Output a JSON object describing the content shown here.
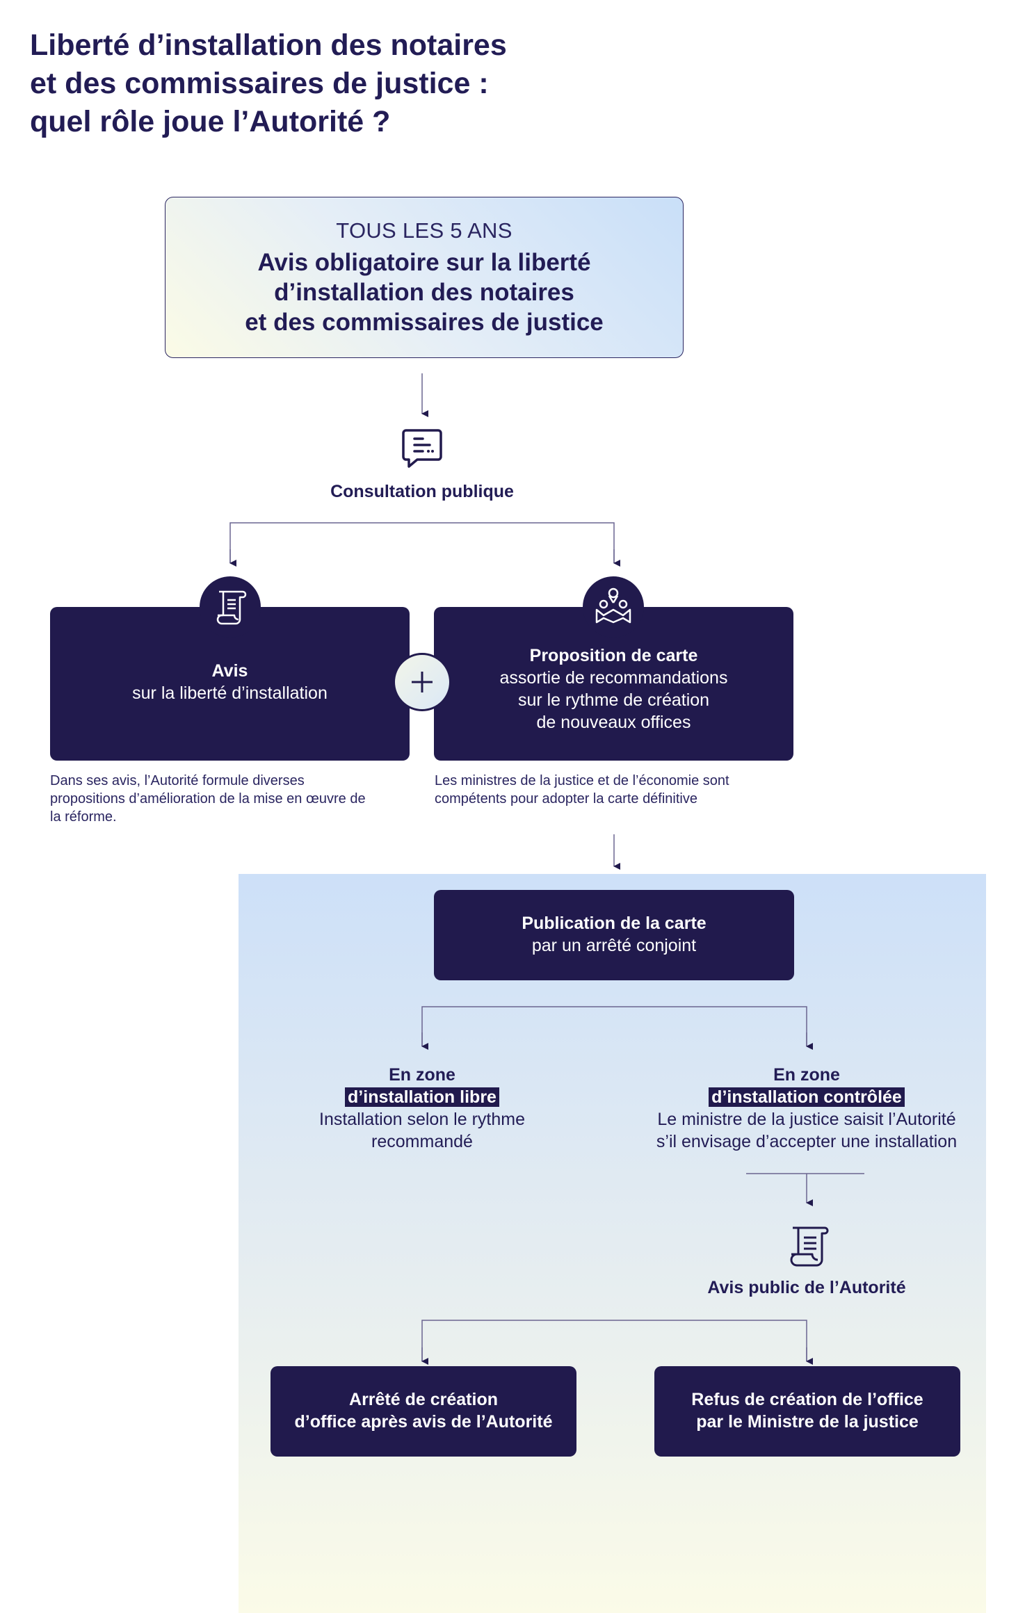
{
  "title": {
    "line1": "Liberté d’installation des notaires",
    "line2": "et des commissaires de justice :",
    "line3": "quel rôle joue l’Autorité ?"
  },
  "top_box": {
    "kicker": "TOUS LES 5 ANS",
    "line1": "Avis obligatoire sur la liberté",
    "line2": "d’installation des notaires",
    "line3": "et des commissaires de justice"
  },
  "consultation": {
    "label": "Consultation publique",
    "icon": "chat-document-icon"
  },
  "avis_card": {
    "title": "Avis",
    "subtitle": "sur la liberté d’installation",
    "icon": "scroll-icon"
  },
  "carte_card": {
    "title": "Proposition de carte",
    "line1": "assortie de recommandations",
    "line2": "sur le rythme de création",
    "line3": "de nouveaux offices",
    "icon": "map-pins-icon"
  },
  "plus_icon": "plus-icon",
  "notes": {
    "avis": {
      "line1": "Dans ses avis, l’Autorité formule diverses",
      "line2": "propositions d’amélioration de la mise en œuvre de",
      "line3": "la réforme."
    },
    "carte": {
      "line1": "Les ministres de la justice et de l’économie sont",
      "line2": "compétents pour adopter la carte définitive"
    }
  },
  "publication": {
    "title": "Publication de la carte",
    "subtitle": "par un arrêté conjoint"
  },
  "zone_libre": {
    "line1": "En zone",
    "highlight": "d’installation libre",
    "line3": "Installation selon le rythme",
    "line4": "recommandé"
  },
  "zone_controlee": {
    "line1": "En zone",
    "highlight": "d’installation contrôlée",
    "line3": "Le ministre de la justice saisit l’Autorité",
    "line4": "s’il envisage d’accepter une installation"
  },
  "avis_public": {
    "label": "Avis public de l’Autorité",
    "icon": "scroll-icon"
  },
  "arrete": {
    "line1": "Arrêté de création",
    "line2": "d’office après avis de l’Autorité"
  },
  "refus": {
    "line1": "Refus de création de l’office",
    "line2": "par le Ministre de la justice"
  },
  "colors": {
    "navy": "#211a4d",
    "title_text": "#221c55",
    "panel_top": "#cde0f8",
    "panel_bottom": "#fbfbe8"
  }
}
